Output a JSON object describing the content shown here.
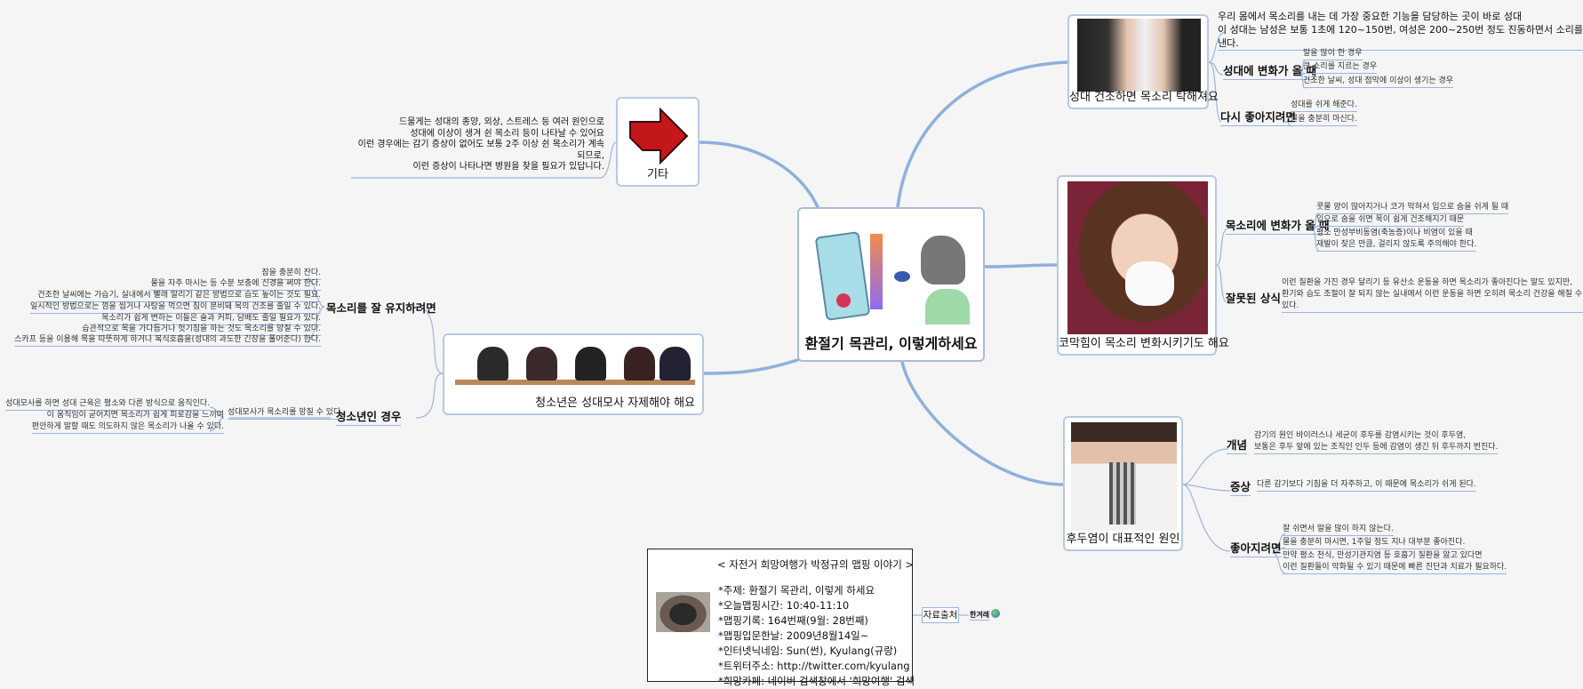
{
  "center": {
    "title": "환절기 목관리, 이렇게하세요"
  },
  "branches": {
    "dry": {
      "title": "성대 건조하면 목소리 탁해져요",
      "intro": "우리 몸에서 목소리를 내는 데 가장 중요한 기능을 담당하는 곳이 바로 성대\n이 성대는 남성은 보통 1초에 120~150번, 여성은 200~250번 정도 진동하면서 소리를 낸다.",
      "change_label": "성대에 변화가 올 때",
      "change_items": [
        "말을 많이 한 경우",
        "큰 소리를 지르는 경우",
        "건조한 날씨, 성대 점막에 이상이 생기는 경우"
      ],
      "better_label": "다시 좋아지려면",
      "better_items": [
        "성대를 쉬게 해준다.",
        "물을 충분히 마신다."
      ]
    },
    "nose": {
      "title": "코막힘이 목소리 변화시키기도 해요",
      "change_label": "목소리에 변화가 올 때",
      "change_items": [
        "콧물 양이 많아지거나 코가 막혀서 입으로 숨을 쉬게 될 때",
        "입으로 숨을 쉬면 목이 쉽게 건조해지기 때문",
        "평소 만성부비동염(축농증)이나 비염이 있을 때\n재발이 잦은 만큼, 걸리지 않도록 주의해야 한다."
      ],
      "myth_label": "잘못된 상식",
      "myth_text": "이런 질환을 가진 경우 달리기 등 유산소 운동을 하면 목소리가 좋아진다는 말도 있지만,\n환기와 습도 조절이 잘 되지 않는 실내에서 이런 운동을 하면 오히려 목소리 건강을 해칠 수 있다."
    },
    "larynx": {
      "title": "후두염이 대표적인 원인",
      "concept_label": "개념",
      "concept_text": "감기의 원인 바이러스나 세균이 후두를 감염시키는 것이 후두염,\n보통은 후두 앞에 있는 조직인 인두 등에 감염이 생긴 뒤 후두까지 번진다.",
      "symptom_label": "증상",
      "symptom_text": "다른 감기보다 기침을 더 자주하고, 이 때문에 목소리가 쉬게 된다.",
      "better_label": "좋아지려면",
      "better_items": [
        "잘 쉬면서 말을 많이 하지 않는다.",
        "물을 충분히 마시면, 1주일 정도 지나 대부분 좋아진다.",
        "만약 평소 천식, 만성기관지염 등 호흡기 질환을 앓고 있다면\n이런 질환들이 악화될 수 있기 때문에 빠른 진단과 치료가 필요하다."
      ]
    },
    "etc": {
      "title": "기타",
      "text": "드물게는 성대의 종양, 외상, 스트레스 등 여러 원인으로\n성대에 이상이 생겨 쉰 목소리 등이 나타날 수 있어요\n이런 경우에는 감기 증상이 없어도 보통 2주 이상 쉰 목소리가 계속되므로,\n이런 증상이 나타나면 병원을 찾을 필요가 있답니다."
    },
    "teen": {
      "title": "청소년은 성대모사 자제해야 해요",
      "keep_label": "목소리를 잘 유지하려면",
      "keep_items": [
        "잠을 충분히 잔다.",
        "물을 자주 마시는 등 수분 보충에 신경을 써야 한다.",
        "건조한 날씨에는 가습기, 실내에서 빨래 말리기 같은 방법으로 습도 높이는 것도 필요.",
        "일시적인 방법으로는 껌을 씹거나 사탕을 먹으면 침이 분비돼 목의 건조를 줄일 수 있다.",
        "목소리가 쉽게 변하는 이들은 술과 커피, 담배도 줄일 필요가 있다.",
        "습관적으로 목을 가다듬거나 헛기침을 하는 것도 목소리를 망칠 수 있다.",
        "스카프 등을 이용해 목을 따뜻하게 하거나 복식호흡을(성대의 과도한 긴장을 풀어준다) 한다."
      ],
      "case_label": "청소년인 경우",
      "case_sub": "성대모사가 목소리를 망칠 수 있다.",
      "case_items": [
        "성대모사를 하면 성대 근육은 평소와 다른 방식으로 움직인다.",
        "이 움직임이 굳어지면 목소리가 쉽게 피로감을 느끼며\n편안하게 말할 때도 의도하지 않은 목소리가 나올 수 있다."
      ]
    }
  },
  "info": {
    "heading": "< 자전거 희망여행가 박정규의 맵핑 이야기 >",
    "lines": [
      "*주제: 환절기 목관리, 이렇게 하세요",
      "*오늘맵핑시간: 10:40-11:10",
      "*맵핑기록: 164번째(9월: 28번째)",
      "*맵핑입문한날: 2009년8월14일~",
      "*인터넷닉네임: Sun(썬), Kyulang(규랑)",
      "*트위터주소: http://twitter.com/kyulang",
      "*희망카페: 네이버 검색창에서 '희망여행' 검색"
    ]
  },
  "source": {
    "label": "자료출처",
    "value": "한겨레"
  }
}
